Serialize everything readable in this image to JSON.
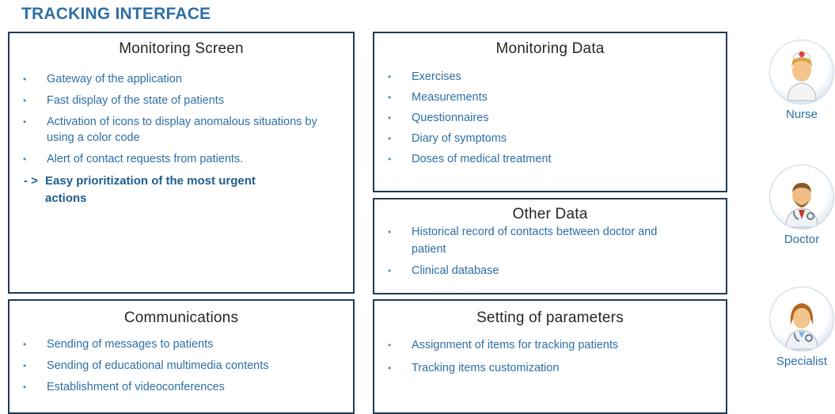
{
  "title": "TRACKING INTERFACE",
  "monitoring_screen": {
    "heading": "Monitoring Screen",
    "items": [
      "Gateway of the application",
      "Fast display of the state of patients",
      "Activation of icons to display anomalous situations by using a color code",
      "Alert of contact requests from patients."
    ],
    "highlight_prefix": "- >",
    "highlight_line1": "Easy prioritization of the most urgent",
    "highlight_line2": "actions"
  },
  "monitoring_data": {
    "heading": "Monitoring Data",
    "items": [
      "Exercises",
      "Measurements",
      "Questionnaires",
      "Diary of symptoms",
      "Doses of medical treatment"
    ]
  },
  "other_data": {
    "heading": "Other Data",
    "items": [
      "Historical record of contacts between doctor and patient",
      "Clinical database"
    ]
  },
  "communications": {
    "heading": "Communications",
    "items": [
      "Sending of messages to patients",
      "Sending of educational multimedia contents",
      "Establishment of videoconferences"
    ]
  },
  "setting_of_parameters": {
    "heading": "Setting of parameters",
    "items": [
      "Assignment of items for tracking patients",
      "Tracking items customization"
    ]
  },
  "roles": [
    {
      "label": "Nurse",
      "icon": "nurse-icon"
    },
    {
      "label": "Doctor",
      "icon": "doctor-icon"
    },
    {
      "label": "Specialist",
      "icon": "specialist-icon"
    }
  ],
  "colors": {
    "title": "#2e6fa6",
    "box_border": "#1f3b55",
    "item_text": "#2e6fa6",
    "highlight_text": "#1f5d8f"
  }
}
